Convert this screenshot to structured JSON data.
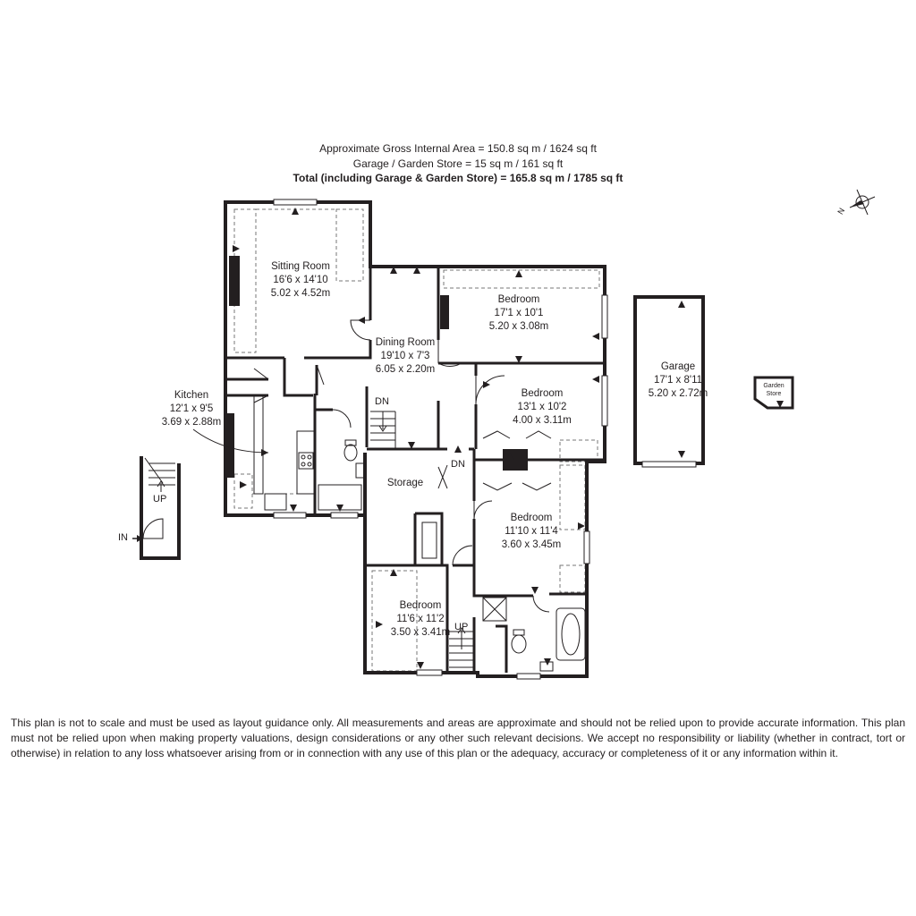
{
  "areas": {
    "gross_internal": "Approximate Gross Internal Area = 150.8 sq m / 1624 sq ft",
    "garage_store": "Garage / Garden Store = 15 sq m / 161 sq ft",
    "total": "Total (including Garage & Garden Store) = 165.8 sq m / 1785 sq ft"
  },
  "rooms": {
    "sitting_room": {
      "name": "Sitting Room",
      "imperial": "16'6 x 14'10",
      "metric": "5.02 x 4.52m"
    },
    "dining_room": {
      "name": "Dining Room",
      "imperial": "19'10 x 7'3",
      "metric": "6.05 x 2.20m"
    },
    "bedroom_1": {
      "name": "Bedroom",
      "imperial": "17'1 x 10'1",
      "metric": "5.20 x 3.08m"
    },
    "bedroom_2": {
      "name": "Bedroom",
      "imperial": "13'1 x 10'2",
      "metric": "4.00 x 3.11m"
    },
    "bedroom_3": {
      "name": "Bedroom",
      "imperial": "11'10 x 11'4",
      "metric": "3.60 x 3.45m"
    },
    "bedroom_4": {
      "name": "Bedroom",
      "imperial": "11'6 x 11'2",
      "metric": "3.50 x 3.41m"
    },
    "kitchen": {
      "name": "Kitchen",
      "imperial": "12'1 x 9'5",
      "metric": "3.69 x 2.88m"
    },
    "garage": {
      "name": "Garage",
      "imperial": "17'1 x 8'11",
      "metric": "5.20 x 2.72m"
    },
    "storage": {
      "name": "Storage"
    },
    "garden_store": {
      "line1": "Garden",
      "line2": "Store"
    }
  },
  "stairs": {
    "up_entrance": "UP",
    "dn_main": "DN",
    "dn_hall": "DN",
    "up_lower": "UP"
  },
  "entrance": {
    "label": "IN"
  },
  "compass": {
    "letter": "N"
  },
  "colors": {
    "wall": "#231f20",
    "fixture": "#231f20",
    "dashed": "#777777"
  },
  "disclaimer": "This plan is not to scale and must be used as layout guidance only. All measurements and areas are approximate and should not be relied upon to provide accurate information. This plan must not be relied upon when making property valuations, design considerations or any other such relevant decisions. We accept no responsibility or liability (whether in contract, tort or otherwise) in relation to any loss whatsoever arising from or in connection with any use of this plan or the adequacy, accuracy or completeness of it or any information within it."
}
